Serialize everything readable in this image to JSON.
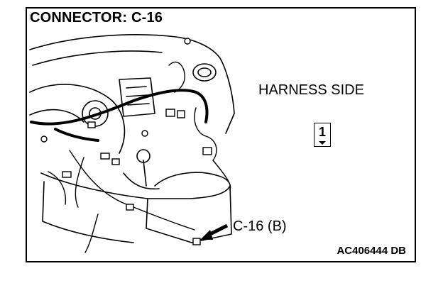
{
  "diagram": {
    "title": "CONNECTOR: C-16",
    "view_label": "HARNESS SIDE",
    "pin_number": "1",
    "callout_label": "C-16 (B)",
    "figure_code": "AC406444 DB"
  },
  "colors": {
    "line": "#000000",
    "background": "#ffffff"
  }
}
